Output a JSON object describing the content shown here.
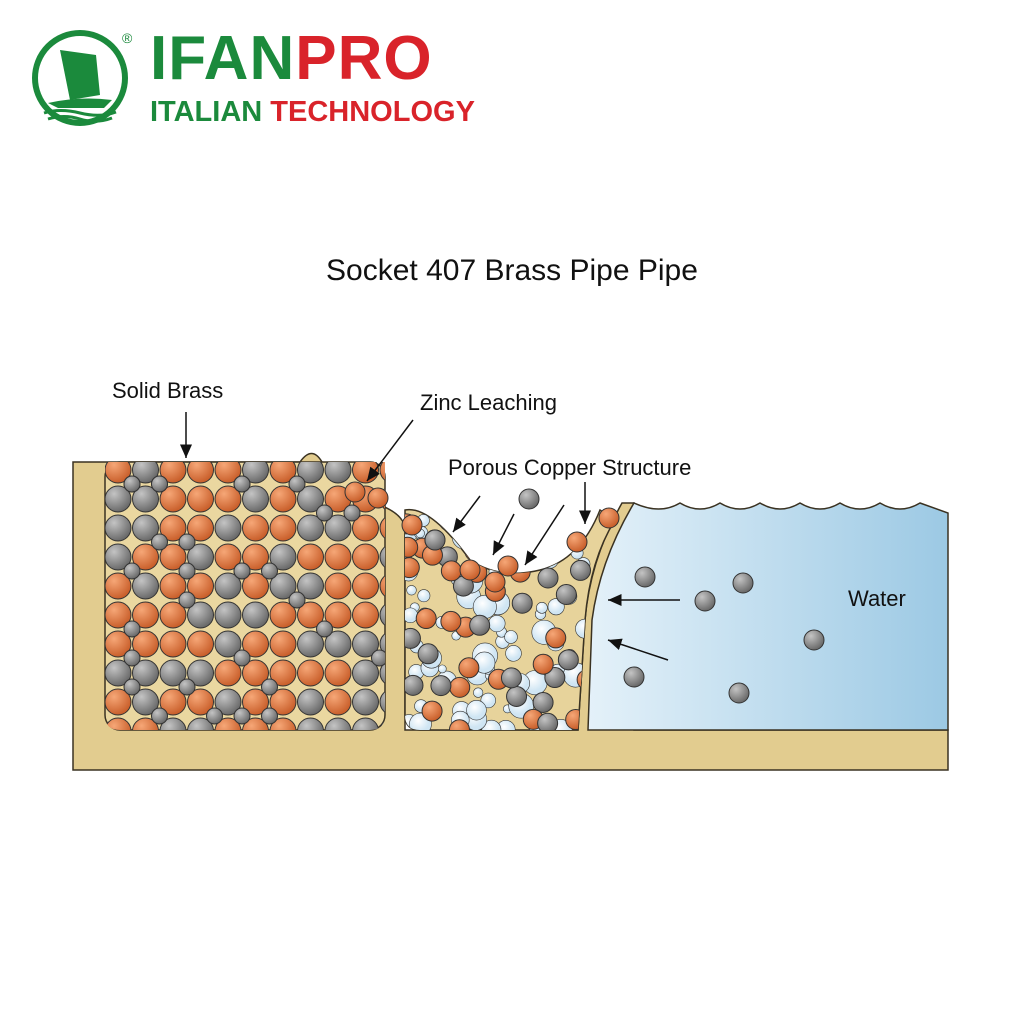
{
  "logo": {
    "brand_green": "IFAN",
    "brand_red": "PRO",
    "tagline_green": "ITALIAN",
    "tagline_red": "TECHNOLOGY",
    "registered": "®",
    "colors": {
      "green": "#1b8a3c",
      "red": "#d9232a"
    }
  },
  "diagram": {
    "title": "Socket 407 Brass Pipe Pipe",
    "labels": {
      "solid_brass": "Solid Brass",
      "zinc_leaching": "Zinc Leaching",
      "porous_copper": "Porous Copper Structure",
      "water": "Water"
    },
    "colors": {
      "brass": "#e2cc8f",
      "copper": "#e07a45",
      "zinc": "#8c8c8c",
      "water": "#a9d2ea"
    }
  }
}
